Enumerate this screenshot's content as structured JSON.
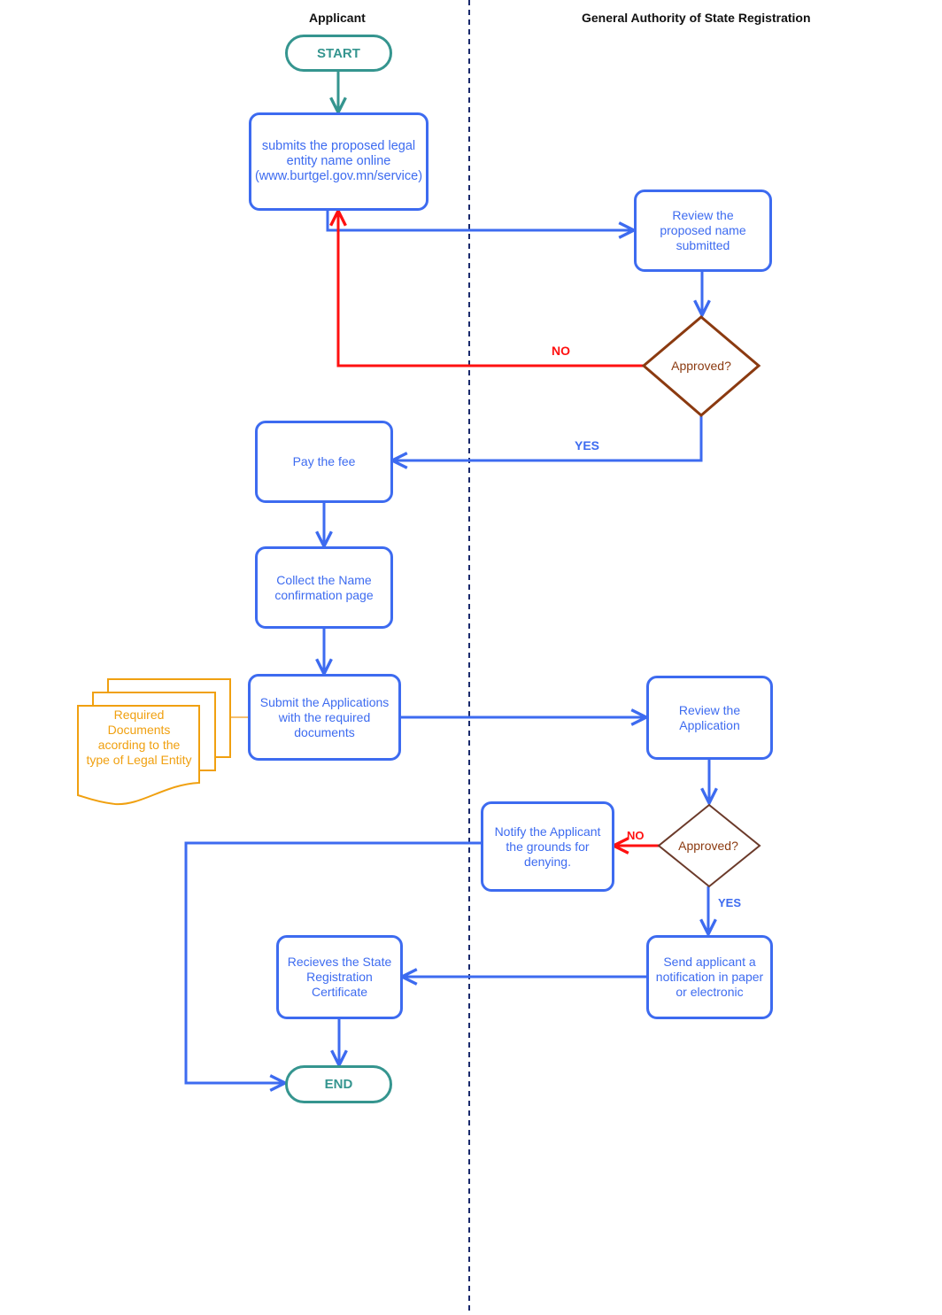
{
  "lanes": {
    "applicant": "Applicant",
    "authority": "General Authority of State Registration"
  },
  "nodes": {
    "start": "START",
    "submit_name": "submits the proposed legal entity name online (www.burtgel.gov.mn/service)",
    "review_name": "Review the proposed name submitted",
    "approved_1": "Approved?",
    "pay_fee": "Pay the fee",
    "collect_confirmation": "Collect the Name confirmation page",
    "submit_applications": "Submit the Applications with the required documents",
    "required_documents": "Required Documents acording to the type of Legal Entity",
    "review_application": "Review the Application",
    "approved_2": "Approved?",
    "notify_denial": "Notify the Applicant the grounds for denying.",
    "send_notification": "Send applicant a notification in paper or electronic",
    "receive_certificate": "Recieves the State Registration Certificate",
    "end": "END"
  },
  "edge_labels": {
    "no_1": "NO",
    "yes_1": "YES",
    "no_2": "NO",
    "yes_2": "YES"
  },
  "colors": {
    "process": "#3d6bf0",
    "terminal": "#35958f",
    "decision": "#8b3a10",
    "reject": "#ff1010",
    "document": "#f0a010",
    "divider": "#1a2a6c"
  }
}
